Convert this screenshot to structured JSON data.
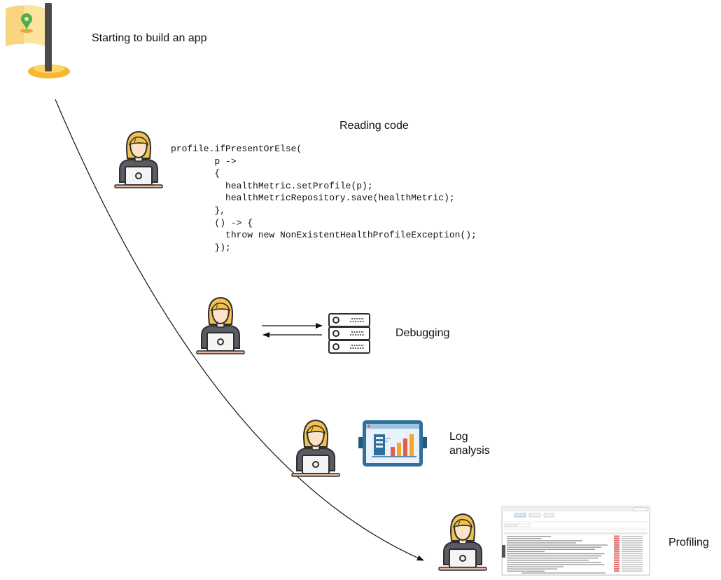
{
  "stages": {
    "start": "Starting to build an app",
    "reading": "Reading code",
    "debugging": "Debugging",
    "log_line1": "Log",
    "log_line2": "analysis",
    "profiling": "Profiling"
  },
  "code_lines": [
    "profile.ifPresentOrElse(",
    "        p ->",
    "        {",
    "          healthMetric.setProfile(p);",
    "          healthMetricRepository.save(healthMetric);",
    "        },",
    "        () -> {",
    "          throw new NonExistentHealthProfileException();",
    "        });"
  ],
  "colors": {
    "hair": "#F2C14E",
    "skin": "#FCE3C8",
    "outline": "#2E2E2E",
    "laptop": "#F4F4F4",
    "desk": "#E6B8A2",
    "flag": "#FBE3A0",
    "pin": "#4CAF50",
    "pole": "#4A4A4A",
    "flag_base": "#F5B82E",
    "dashboard_frame": "#2E6F9E",
    "dashboard_screen": "#E9F2FA",
    "bar_red": "#E85A4F",
    "bar_orange": "#F5A623"
  },
  "icons": [
    "flag-icon",
    "developer-icon",
    "server-icon",
    "dashboard-icon",
    "profiler-window"
  ]
}
